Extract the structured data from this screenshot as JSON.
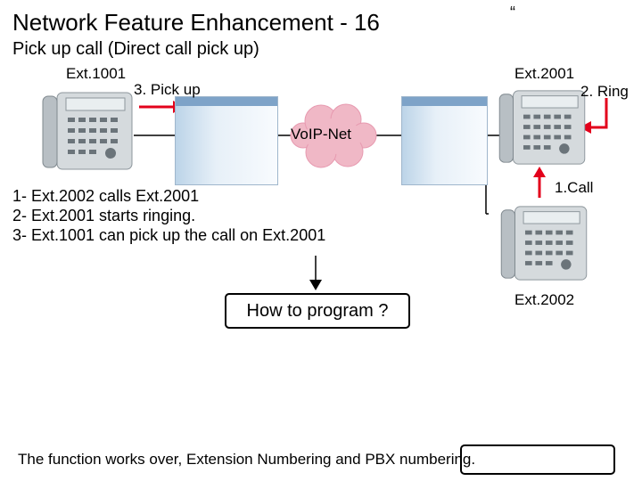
{
  "header": {
    "title": "Network Feature Enhancement - 16",
    "quote_mark": "“",
    "subtitle": "Pick up call (Direct call pick up)"
  },
  "diagram": {
    "ext_1001": "Ext.1001",
    "pick_up": "3. Pick up",
    "ext_2001": "Ext.2001",
    "ring": "2. Ring",
    "network": "VoIP-Net",
    "call": "1.Call",
    "ext_2002": "Ext.2002"
  },
  "steps": [
    "1- Ext.2002 calls Ext.2001",
    "2- Ext.2001 starts ringing.",
    "3- Ext.1001 can pick up the call on Ext.2001"
  ],
  "howto": {
    "label": "How to program ?"
  },
  "footer": {
    "text": "The function works over, Extension Numbering and PBX numbering."
  },
  "colors": {
    "arrow_red": "#e3001b",
    "cloud_fill": "#f0b8c6",
    "cloud_stroke": "#e79ab0",
    "pbx_blue": "#bcd4e8"
  }
}
